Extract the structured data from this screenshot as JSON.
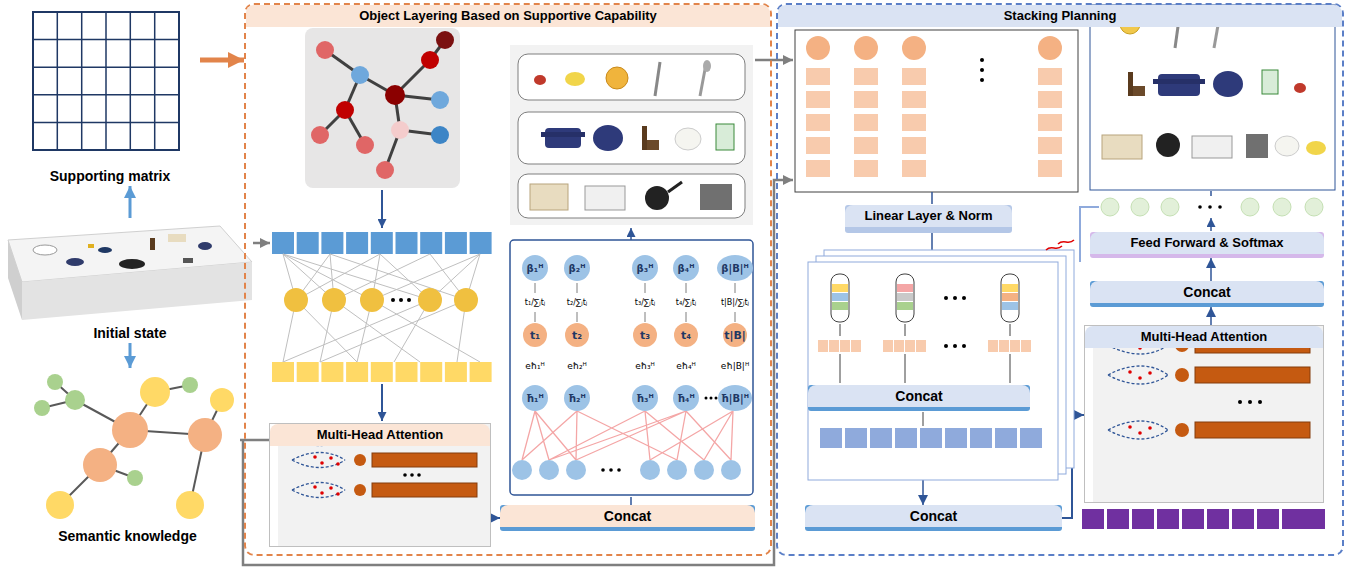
{
  "diagram": {
    "nodes": [
      {
        "text": [
          "Supporting matrix"
        ]
      },
      {
        "text": [
          "Initial state"
        ]
      },
      {
        "text": [
          "Semantic knowledge"
        ]
      },
      {
        "text": [
          "Object Layering Based on Supportive Capability"
        ]
      },
      {
        "text": [
          "Multi-Head Attention"
        ],
        "in": 3
      },
      {
        "text": [
          "Concat"
        ],
        "in": 3
      },
      {
        "text": [
          "Stacking Planning"
        ]
      },
      {
        "text": [
          "Linear Layer & Norm"
        ],
        "in": 6
      },
      {
        "text": [
          "Concat"
        ],
        "in": 6
      },
      {
        "text": [
          "Concat"
        ],
        "in": 6
      },
      {
        "text": [
          "Multi-Head Attention"
        ],
        "in": 6
      },
      {
        "text": [
          "Concat"
        ],
        "in": 6
      },
      {
        "text": [
          "Feed Forward & Softmax"
        ],
        "in": 6
      }
    ],
    "edges": [
      {
        "from": 1,
        "to": 0,
        "arrow": "to"
      },
      {
        "from": 1,
        "to": 2,
        "arrow": "to"
      },
      {
        "from": 0,
        "to": 3,
        "arrow": "to"
      },
      {
        "from": 2,
        "to": 4,
        "arrow": "none"
      },
      {
        "from": 4,
        "to": 5,
        "arrow": "to"
      },
      {
        "from": 7,
        "to": 8,
        "arrow": "to"
      },
      {
        "from": 8,
        "to": 9,
        "arrow": "to"
      },
      {
        "from": 9,
        "to": 10,
        "arrow": "to"
      },
      {
        "from": 10,
        "to": 11,
        "arrow": "to"
      },
      {
        "from": 11,
        "to": 12,
        "arrow": "to"
      }
    ],
    "labels": [
      "β₁ᴴ",
      "β₂ᴴ",
      "β₃ᴴ",
      "β₄ᴴ",
      "β|B|ᴴ",
      "t₁/∑ⱼtⱼ",
      "t₂/∑ⱼtⱼ",
      "t₃/∑ⱼtⱼ",
      "t₄/∑ⱼtⱼ",
      "t|B|/∑ⱼtⱼ",
      "t₁",
      "t₂",
      "t₃",
      "t₄",
      "t|B|",
      "eħ₁ᴴ",
      "eħ₂ᴴ",
      "eħ₃ᴴ",
      "eħ₄ᴴ",
      "eħ|B|ᴴ",
      "ħ₁ᴴ",
      "ħ₂ᴴ",
      "ħ₃ᴴ",
      "ħ₄ᴴ",
      "ħ|B|ᴴ"
    ]
  }
}
